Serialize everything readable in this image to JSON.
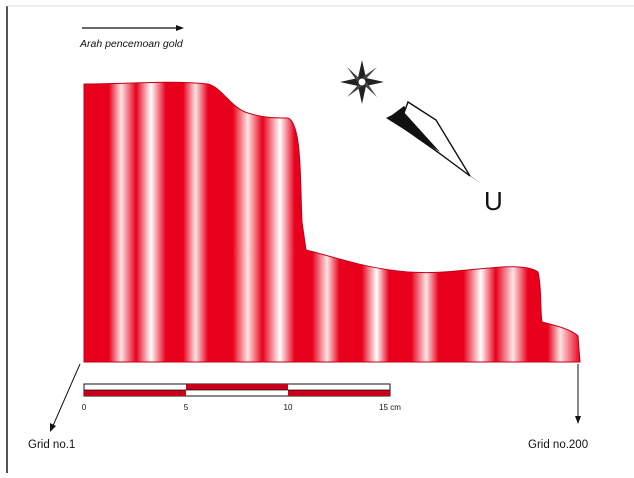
{
  "diagram": {
    "direction_label": "Arah pencemoan gold",
    "north_label": "U",
    "grid_start_label": "Grid no.1",
    "grid_end_label": "Grid no.200",
    "scale_bar": {
      "tick_labels": [
        "0",
        "5",
        "10",
        "15 cm"
      ],
      "segments": [
        "red",
        "white",
        "red"
      ]
    },
    "stripe_colors": {
      "red": "#e8001c",
      "light": "#fde4e4",
      "white": "#ffffff"
    }
  }
}
